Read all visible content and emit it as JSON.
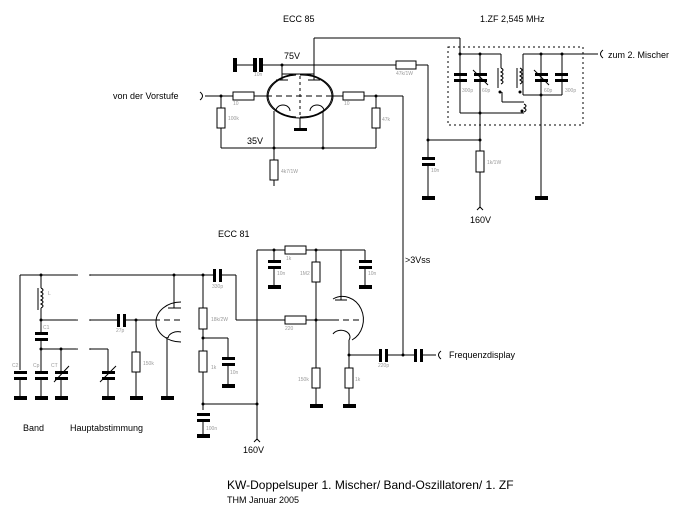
{
  "diagram": {
    "title": "KW-Doppelsuper 1. Mischer/ Band-Oszillatoren/ 1. ZF",
    "author_date": "THM Januar 2005",
    "colors": {
      "line": "#000000",
      "value_text": "#9a9a9a",
      "background": "#ffffff"
    },
    "tubes": {
      "mixer": "ECC 85",
      "oscillator": "ECC 81"
    },
    "headings": {
      "if_filter": "1.ZF 2,545 MHz"
    },
    "terminals": {
      "input": "von der Vorstufe",
      "to_mixer2": "zum 2. Mischer",
      "freq_display": "Frequenzdisplay",
      "supply_top": "160V",
      "supply_bottom": "160V"
    },
    "voltages": {
      "plate": "75V",
      "cathode": "35V",
      "osc_level": ">3Vss"
    },
    "sections": {
      "band": "Band",
      "main_tuning": "Hauptabstimmung"
    },
    "mixer_components": {
      "c_plate_bypass": "10n",
      "r_grid_in": "10",
      "r_grid_leak": "100k",
      "r_cathode": "4k7/1W",
      "r_grid2": "10",
      "r_grid2_leak": "47k",
      "r_plate": "47k/1W",
      "c_supply": "10n",
      "r_supply": "1k/1W"
    },
    "if_filter_components": {
      "c1_fixed": "300p",
      "c1_trim": "60p",
      "c2_trim": "60p",
      "c2_fixed": "300p"
    },
    "oscillator_components": {
      "coil": "L",
      "c_series": "C1",
      "c_band": "C2",
      "c_parallel": "Cp",
      "c_trim": "CT",
      "c_grid": "27p",
      "r_grid": "150k",
      "c_coupling": "330p",
      "r_plate": "18k/2W",
      "r_dropper": "1k",
      "c_dropper": "10n",
      "c_supply": "100n",
      "r_top": "1k",
      "c_top1": "10n",
      "r_bias": "1M2",
      "c_top2": "10n",
      "r_buffer_grid": "220",
      "r_buffer_leak": "150k",
      "r_buffer_cathode": "1k",
      "c_out": "220p"
    }
  }
}
